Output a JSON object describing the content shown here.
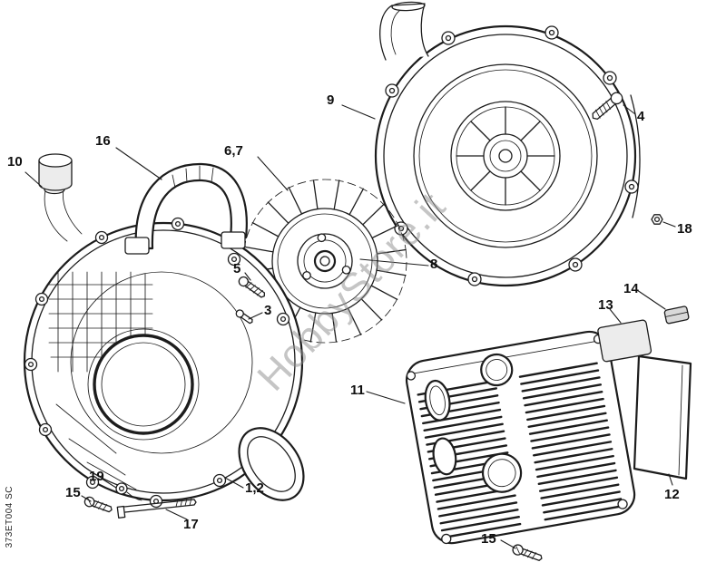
{
  "diagram": {
    "watermark": "HobbyStore.it",
    "drawing_code": "373ET004 SC",
    "colors": {
      "line": "#1c1c1c",
      "background": "#ffffff",
      "watermark": "#8d8d8d"
    },
    "callouts": [
      {
        "label": "10"
      },
      {
        "label": "16"
      },
      {
        "label": "6,7"
      },
      {
        "label": "9"
      },
      {
        "label": "4"
      },
      {
        "label": "18"
      },
      {
        "label": "5"
      },
      {
        "label": "8"
      },
      {
        "label": "3"
      },
      {
        "label": "14"
      },
      {
        "label": "13"
      },
      {
        "label": "11"
      },
      {
        "label": "1,2"
      },
      {
        "label": "19"
      },
      {
        "label": "15"
      },
      {
        "label": "17"
      },
      {
        "label": "12"
      },
      {
        "label": "15"
      }
    ]
  }
}
